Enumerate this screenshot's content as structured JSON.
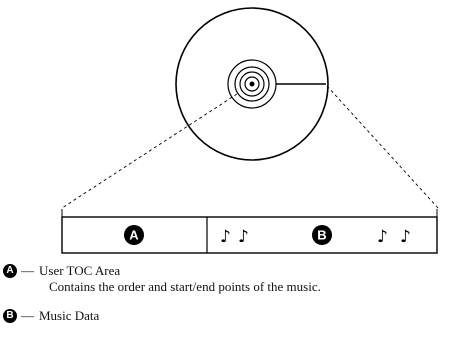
{
  "diagram": {
    "area_a_label": "A",
    "area_b_label": "B",
    "note_left_1": "♪",
    "note_left_2": "♪",
    "note_right_1": "♪",
    "note_right_2": "♪"
  },
  "legend": [
    {
      "badge": "A",
      "separator": "—",
      "title": "User TOC Area",
      "description": "Contains the order and start/end points of the music."
    },
    {
      "badge": "B",
      "separator": "—",
      "title": "Music Data",
      "description": ""
    }
  ],
  "colors": {
    "ink": "#000000",
    "background": "#ffffff"
  }
}
